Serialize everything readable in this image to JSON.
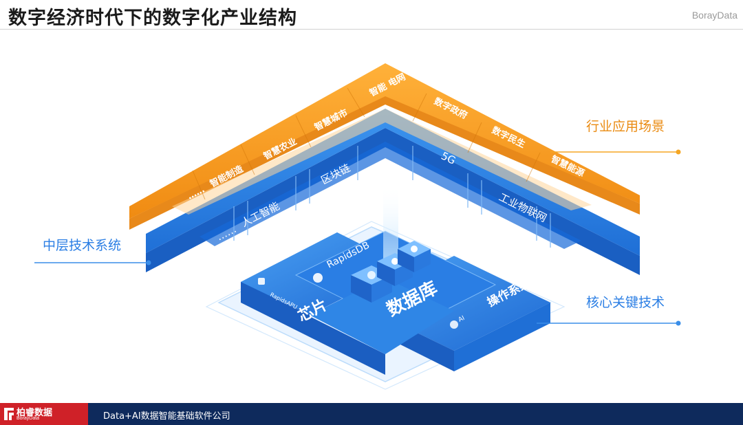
{
  "header": {
    "title": "数字经济时代下的数字化产业结构",
    "brand": "BorayData"
  },
  "labels": {
    "industry": "行业应用场景",
    "middle": "中层技术系统",
    "core": "核心关键技术"
  },
  "orange_layer": {
    "left_items": [
      "……",
      "智能制造",
      "智慧农业",
      "智慧城市",
      "智能 电网"
    ],
    "right_items": [
      "数字政府",
      "数字民生",
      "智慧能源"
    ]
  },
  "blue_layer": {
    "left_items": [
      "……",
      "人工智能",
      "区块链"
    ],
    "right_items": [
      "5G",
      "工业物联网"
    ]
  },
  "core": {
    "chip": "芯片",
    "chip_tag": "RapidsAPU",
    "database": "数据库",
    "database_tag": "RapidsDB",
    "os": "操作系统",
    "os_tag": "AI"
  },
  "footer": {
    "logo_cn": "柏睿数据",
    "logo_en": "BorayData",
    "slogan": "Data+AI数据智能基础软件公司"
  },
  "colors": {
    "orange": "#f39a1e",
    "blue": "#2f86e6",
    "dark_blue": "#0e2a5c",
    "red": "#cf2128"
  }
}
